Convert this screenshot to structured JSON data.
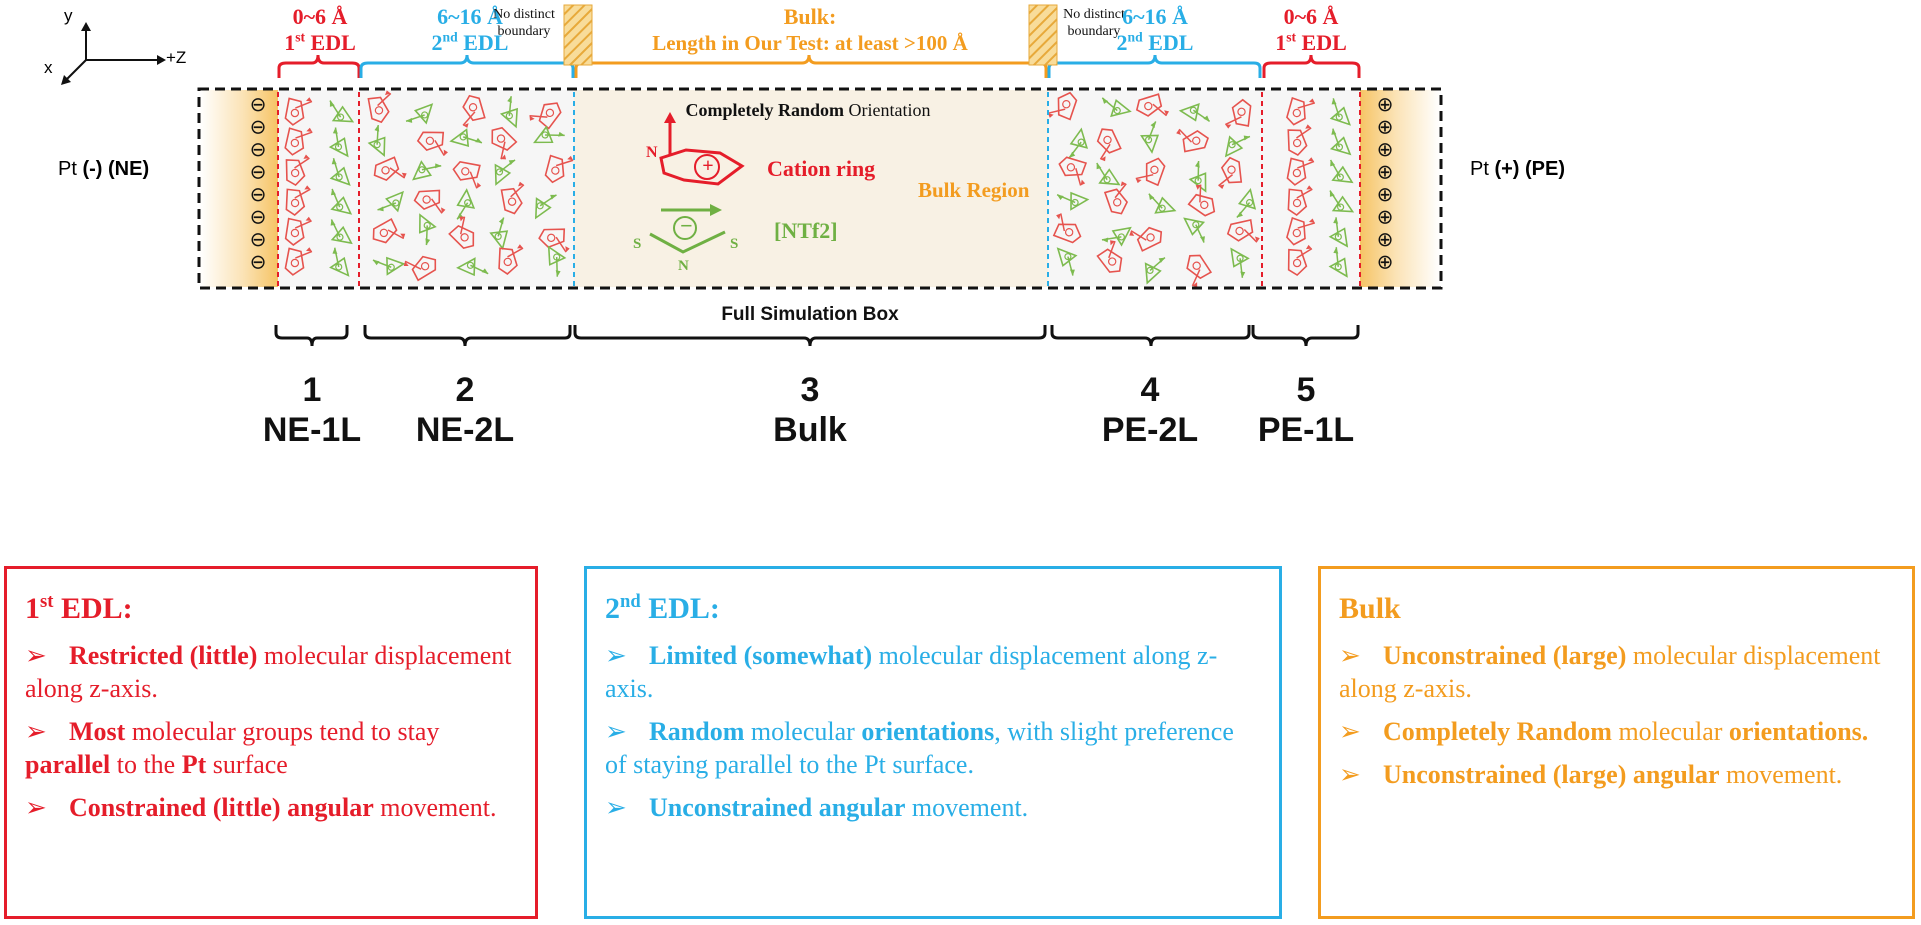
{
  "axes": {
    "y": "y",
    "z": "+Z",
    "x": "x"
  },
  "electrodes": {
    "left": {
      "pre": "Pt ",
      "sign": "(-)",
      "abbr": "(NE)",
      "symbol": "⊖"
    },
    "right": {
      "pre": "Pt ",
      "sign": "(+)",
      "abbr": "(PE)",
      "symbol": "⊕"
    }
  },
  "headers": {
    "edl1_left": {
      "range": "0~6 Å",
      "num": "1",
      "sup": "st",
      "label": "EDL"
    },
    "edl2_left": {
      "range": "6~16 Å",
      "num": "2",
      "sup": "nd",
      "label": "EDL"
    },
    "bulk": {
      "title": "Bulk:",
      "subtitle": "Length in Our Test: at least >100 Å"
    },
    "edl2_right": {
      "range": "6~16 Å",
      "num": "2",
      "sup": "nd",
      "label": "EDL"
    },
    "edl1_right": {
      "range": "0~6 Å",
      "num": "1",
      "sup": "st",
      "label": "EDL"
    },
    "no_boundary_left": "No distinct boundary",
    "no_boundary_right": "No distinct boundary"
  },
  "bulk_content": {
    "orientation_bold": "Completely Random",
    "orientation_rest": " Orientation",
    "cation_label": "Cation ring",
    "anion_label": "[NTf2]",
    "region_label": "Bulk Region",
    "n_atom": "N",
    "s_atom": "S",
    "plus_symbol": "+",
    "minus_symbol": "−"
  },
  "box_caption": "Full Simulation Box",
  "regions": [
    {
      "number": "1",
      "name": "NE-1L"
    },
    {
      "number": "2",
      "name": "NE-2L"
    },
    {
      "number": "3",
      "name": "Bulk"
    },
    {
      "number": "4",
      "name": "PE-2L"
    },
    {
      "number": "5",
      "name": "PE-1L"
    }
  ],
  "info_boxes": {
    "arrow": "➢",
    "edl1": {
      "title_num": "1",
      "title_sup": "st",
      "title_rest": " EDL:",
      "items": [
        {
          "b1": "Restricted",
          "t1": " ",
          "b2": "(little)",
          "t2": " molecular displacement along z-axis."
        },
        {
          "b1": "Most",
          "t1": " molecular groups tend to stay ",
          "b2": "parallel",
          "t2": " to the ",
          "b3": "Pt",
          "t3": " surface"
        },
        {
          "b1": "Constrained (little) angular",
          "t1": " movement."
        }
      ]
    },
    "edl2": {
      "title_num": "2",
      "title_sup": "nd",
      "title_rest": " EDL:",
      "items": [
        {
          "b1": "Limited",
          "t1": " ",
          "b2": "(somewhat)",
          "t2": " molecular displacement along z-axis."
        },
        {
          "b1": "Random",
          "t1": " molecular ",
          "b2": "orientations",
          "t2": ", with slight preference of staying parallel to the Pt surface."
        },
        {
          "b1": "Unconstrained angular",
          "t1": " movement."
        }
      ]
    },
    "bulk": {
      "title": "Bulk",
      "items": [
        {
          "b1": "Unconstrained (large)",
          "t1": " molecular displacement along z-axis."
        },
        {
          "b1": "Completely Random",
          "t1": " molecular ",
          "b2": "orientations.",
          "t2": ""
        },
        {
          "b1": "Unconstrained (large) angular",
          "t1": " movement."
        }
      ]
    }
  },
  "colors": {
    "red": "#e51d2a",
    "blue": "#29aee6",
    "orange": "#f39c1f",
    "green": "#6fb043",
    "electrode_gold": "#f7c873",
    "bulk_fill": "#f8f1e4",
    "edl_fill": "#f5f5f5"
  }
}
